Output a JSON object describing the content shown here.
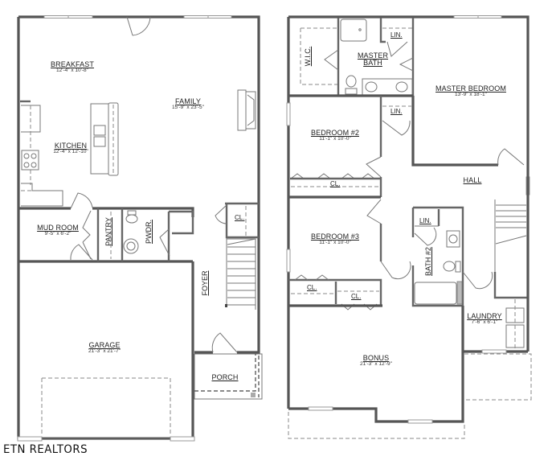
{
  "plan": {
    "first_floor": {
      "rooms": {
        "breakfast": {
          "name": "BREAKFAST",
          "dims": "12'-4\" x 10'-8\""
        },
        "family": {
          "name": "FAMILY",
          "dims": "15'-9\" x 23'-5\""
        },
        "kitchen": {
          "name": "KITCHEN",
          "dims": "12'-4\" x 12'-10\""
        },
        "mud_room": {
          "name": "MUD ROOM",
          "dims": "9'-5\" x 6'-2\""
        },
        "pantry": {
          "name": "PANTRY"
        },
        "powder": {
          "name": "PWDR."
        },
        "closet": {
          "name": "CL."
        },
        "foyer": {
          "name": "FOYER"
        },
        "garage": {
          "name": "GARAGE",
          "dims": "21'-3\" x 21'-7\""
        },
        "porch": {
          "name": "PORCH"
        }
      }
    },
    "second_floor": {
      "rooms": {
        "wic": {
          "name": "W.I.C."
        },
        "master_bath": {
          "name": "MASTER",
          "name2": "BATH"
        },
        "lin1": {
          "name": "LIN."
        },
        "lin2": {
          "name": "LIN."
        },
        "lin3": {
          "name": "LIN."
        },
        "master_bedroom": {
          "name": "MASTER BEDROOM",
          "dims": "13'-9\" x 18'-1\""
        },
        "bedroom2": {
          "name": "BEDROOM #2",
          "dims": "11'-1\" x 10'-0\""
        },
        "bedroom2_closet": {
          "name": "CL."
        },
        "hall": {
          "name": "HALL"
        },
        "bedroom3": {
          "name": "BEDROOM #3",
          "dims": "11'-1\" x 10'-0\""
        },
        "bedroom3_closet": {
          "name": "CL."
        },
        "hall_closet": {
          "name": "CL."
        },
        "bath2": {
          "name": "BATH #2"
        },
        "laundry": {
          "name": "LAUNDRY",
          "dims": "7'-6\" x 6'-1\""
        },
        "bonus": {
          "name": "BONUS",
          "dims": "21'-3\" x 12'-9\""
        }
      }
    },
    "watermark": "ETN REALTORS"
  }
}
